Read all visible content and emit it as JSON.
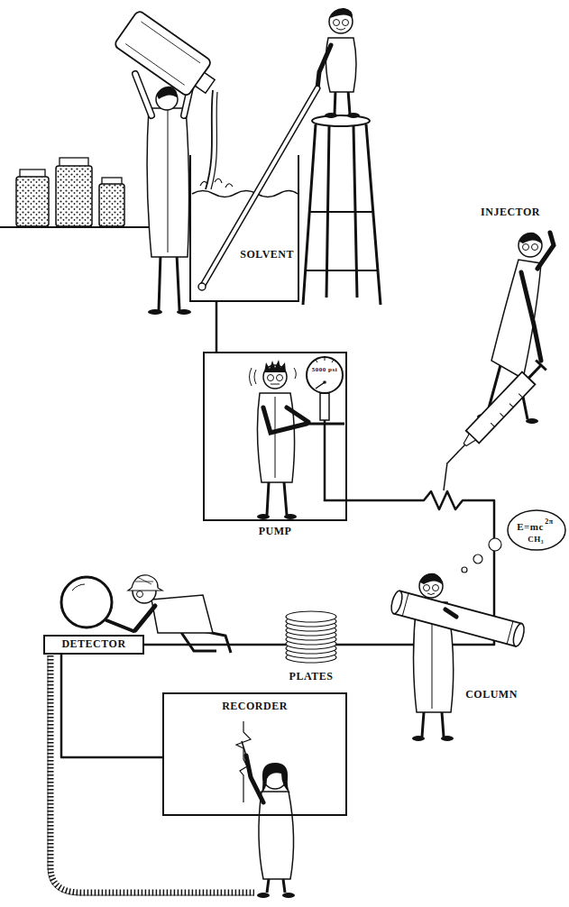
{
  "diagram": {
    "nodes": [
      {
        "text": [
          "SOLVENT"
        ]
      },
      {
        "text": [
          "PUMP"
        ]
      },
      {
        "text": [
          "DETECTOR"
        ]
      },
      {
        "text": [
          "RECORDER"
        ]
      }
    ],
    "edges": [
      {
        "from": 0,
        "to": 1,
        "arrow": "none"
      },
      {
        "from": 1,
        "to": 2,
        "arrow": "none"
      },
      {
        "from": 2,
        "to": 3,
        "arrow": "none"
      }
    ],
    "labels": [
      "INJECTOR",
      "5000 psi",
      "PLATES",
      "COLUMN",
      "E=mc",
      "2π",
      "CH₃"
    ]
  }
}
